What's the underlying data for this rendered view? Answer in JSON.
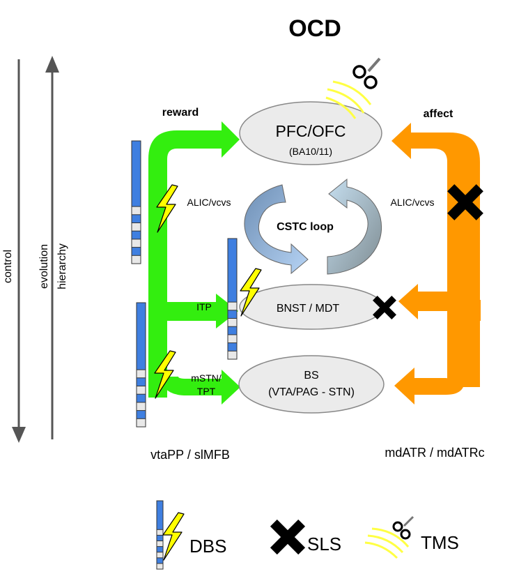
{
  "title": "OCD",
  "axes": {
    "control_label": "control",
    "evolution_label": "evolution",
    "hierarchy_label": "hierarchy"
  },
  "pathways": {
    "reward_label": "reward",
    "affect_label": "affect",
    "left_bottom_label": "vtaPP / slMFB",
    "right_bottom_label": "mdATR / mdATRc"
  },
  "nodes": {
    "pfc_title": "PFC/OFC",
    "pfc_sub": "(BA10/11)",
    "bnst": "BNST / MDT",
    "bs_line1": "BS",
    "bs_line2": "(VTA/PAG - STN)"
  },
  "loop_label": "CSTC loop",
  "tract_labels": {
    "alic_left": "ALIC/vcvs",
    "alic_right": "ALIC/vcvs",
    "itp": "ITP",
    "mstn_line1": "mSTN/",
    "mstn_line2": "TPT"
  },
  "legend": {
    "dbs": "DBS",
    "sls": "SLS",
    "tms": "TMS"
  },
  "colors": {
    "reward_green": "#33ee0f",
    "affect_orange": "#ff9800",
    "electrode_blue": "#3f7fe0",
    "lightning_yellow": "#ffff00",
    "node_fill": "#ebebeb"
  }
}
